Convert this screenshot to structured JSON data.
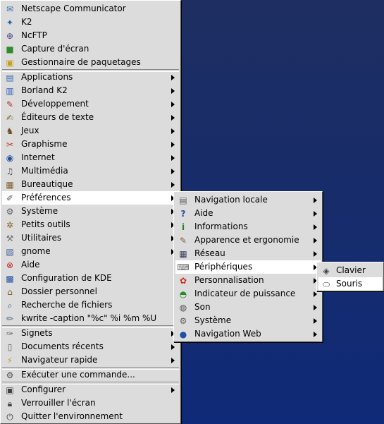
{
  "main_menu": {
    "top": [
      {
        "label": "Netscape Communicator",
        "icon": "netscape-icon",
        "color": "#3a6fb0"
      },
      {
        "label": "K2",
        "icon": "k2-icon",
        "color": "#2b5fb5"
      },
      {
        "label": "NcFTP",
        "icon": "ftp-icon",
        "color": "#4a4a8a"
      },
      {
        "label": "Capture d'écran",
        "icon": "screenshot-icon",
        "color": "#2e8b2e"
      },
      {
        "label": "Gestionnaire de paquetages",
        "icon": "package-icon",
        "color": "#c89a20"
      }
    ],
    "submenus": [
      {
        "label": "Applications",
        "icon": "applications-icon",
        "color": "#3a6fb0"
      },
      {
        "label": "Borland K2",
        "icon": "borland-icon",
        "color": "#2b5fb5"
      },
      {
        "label": "Développement",
        "icon": "development-icon",
        "color": "#b03030"
      },
      {
        "label": "Éditeurs de texte",
        "icon": "text-editor-icon",
        "color": "#8a6a30"
      },
      {
        "label": "Jeux",
        "icon": "games-icon",
        "color": "#6a4a20"
      },
      {
        "label": "Graphisme",
        "icon": "graphics-icon",
        "color": "#c03020"
      },
      {
        "label": "Internet",
        "icon": "internet-icon",
        "color": "#2050a0"
      },
      {
        "label": "Multimédia",
        "icon": "multimedia-icon",
        "color": "#505050"
      },
      {
        "label": "Bureautique",
        "icon": "office-icon",
        "color": "#806030"
      },
      {
        "label": "Préférences",
        "icon": "preferences-icon",
        "color": "#606060"
      },
      {
        "label": "Système",
        "icon": "system-icon",
        "color": "#606060"
      },
      {
        "label": "Petits outils",
        "icon": "tools-icon",
        "color": "#8a5a20"
      },
      {
        "label": "Utilitaires",
        "icon": "utilities-icon",
        "color": "#707070"
      },
      {
        "label": "gnome",
        "icon": "gnome-icon",
        "color": "#4060a0"
      }
    ],
    "apps": [
      {
        "label": "Aide",
        "icon": "help-icon",
        "color": "#c02020"
      },
      {
        "label": "Configuration de KDE",
        "icon": "kde-config-icon",
        "color": "#2050a0"
      },
      {
        "label": "Dossier personnel",
        "icon": "home-icon",
        "color": "#806030"
      },
      {
        "label": "Recherche de fichiers",
        "icon": "find-files-icon",
        "color": "#405080"
      },
      {
        "label": "kwrite -caption \"%c\" %i %m %U",
        "icon": "kwrite-icon",
        "color": "#406080"
      }
    ],
    "nav": [
      {
        "label": "Signets",
        "icon": "bookmarks-icon",
        "color": "#606060"
      },
      {
        "label": "Documents récents",
        "icon": "recent-documents-icon",
        "color": "#606060"
      },
      {
        "label": "Navigateur rapide",
        "icon": "quick-browser-icon",
        "color": "#c0a020"
      }
    ],
    "run": {
      "label": "Exécuter une commande...",
      "icon": "run-command-icon",
      "color": "#505050"
    },
    "bottom": [
      {
        "label": "Configurer",
        "icon": "configure-icon",
        "color": "#404040"
      },
      {
        "label": "Verrouiller l'écran",
        "icon": "lock-icon",
        "color": "#404040"
      },
      {
        "label": "Quitter l'environnement",
        "icon": "logout-icon",
        "color": "#404040"
      }
    ]
  },
  "preferences_menu": {
    "items": [
      {
        "label": "Navigation locale",
        "icon": "file-browsing-icon",
        "color": "#606060"
      },
      {
        "label": "Aide",
        "icon": "question-icon",
        "color": "#2050a0"
      },
      {
        "label": "Informations",
        "icon": "information-icon",
        "color": "#2a7a2a"
      },
      {
        "label": "Apparence et ergonomie",
        "icon": "appearance-icon",
        "color": "#806040"
      },
      {
        "label": "Réseau",
        "icon": "network-icon",
        "color": "#404060"
      },
      {
        "label": "Périphériques",
        "icon": "peripherals-icon",
        "color": "#606060"
      },
      {
        "label": "Personnalisation",
        "icon": "personalization-icon",
        "color": "#c03020"
      },
      {
        "label": "Indicateur de puissance",
        "icon": "power-indicator-icon",
        "color": "#2a8a2a"
      },
      {
        "label": "Son",
        "icon": "sound-icon",
        "color": "#505050"
      },
      {
        "label": "Système",
        "icon": "system-icon",
        "color": "#606060"
      },
      {
        "label": "Navigation Web",
        "icon": "web-browsing-icon",
        "color": "#2050a0"
      }
    ]
  },
  "peripherals_menu": {
    "items": [
      {
        "label": "Clavier",
        "icon": "keyboard-icon",
        "color": "#404040"
      },
      {
        "label": "Souris",
        "icon": "mouse-icon",
        "color": "#404040"
      }
    ]
  },
  "state": {
    "highlighted_main": "Préférences",
    "highlighted_preferences": "Périphériques",
    "highlighted_peripherals": "Souris"
  },
  "colors": {
    "menu_bg": "#dcdcdc",
    "highlight": "#ffffff",
    "desktop_top": "#1e2e62",
    "desktop_bottom": "#0f2a78"
  }
}
